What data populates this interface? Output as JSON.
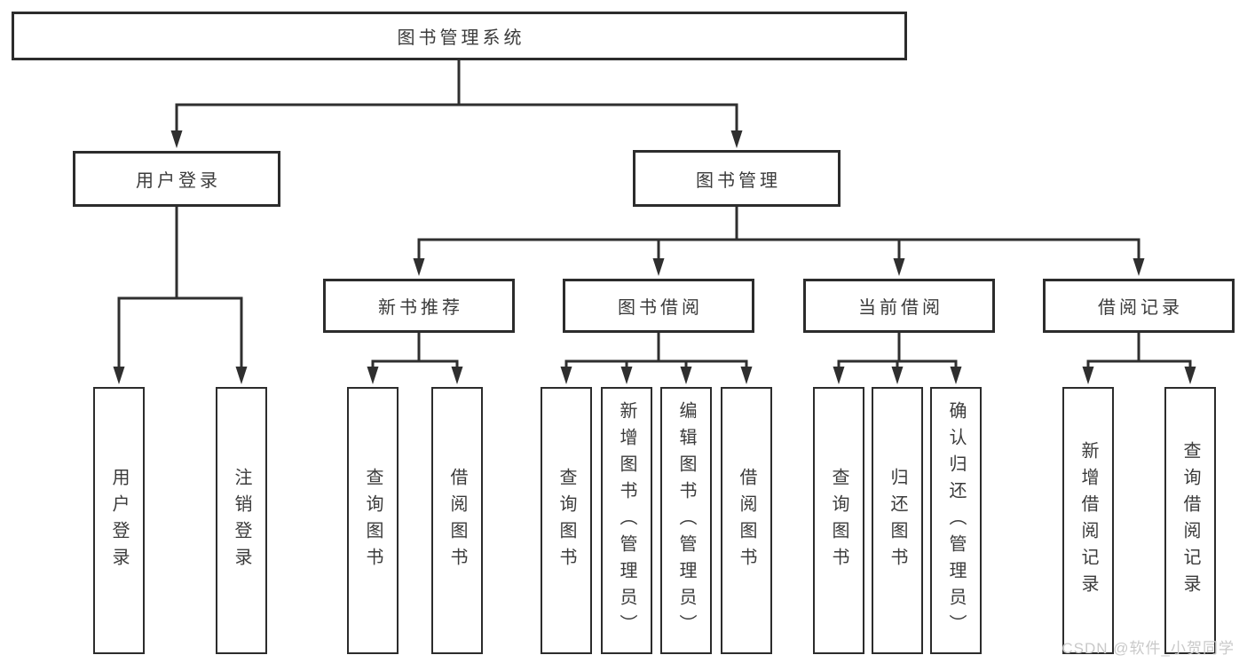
{
  "diagram": {
    "root": {
      "label": "图书管理系统"
    },
    "level2": [
      {
        "label": "用户登录",
        "parent": "图书管理系统"
      },
      {
        "label": "图书管理",
        "parent": "图书管理系统"
      }
    ],
    "level3": [
      {
        "label": "新书推荐",
        "parent": "图书管理"
      },
      {
        "label": "图书借阅",
        "parent": "图书管理"
      },
      {
        "label": "当前借阅",
        "parent": "图书管理"
      },
      {
        "label": "借阅记录",
        "parent": "图书管理"
      }
    ],
    "leaves": [
      {
        "label": "用户登录",
        "parent": "用户登录"
      },
      {
        "label": "注销登录",
        "parent": "用户登录"
      },
      {
        "label": "查询图书",
        "parent": "新书推荐"
      },
      {
        "label": "借阅图书",
        "parent": "新书推荐"
      },
      {
        "label": "查询图书",
        "parent": "图书借阅"
      },
      {
        "label": "新增图书（管理员）",
        "parent": "图书借阅"
      },
      {
        "label": "编辑图书（管理员）",
        "parent": "图书借阅"
      },
      {
        "label": "借阅图书",
        "parent": "图书借阅"
      },
      {
        "label": "查询图书",
        "parent": "当前借阅"
      },
      {
        "label": "归还图书",
        "parent": "当前借阅"
      },
      {
        "label": "确认归还（管理员）",
        "parent": "当前借阅"
      },
      {
        "label": "新增借阅记录",
        "parent": "借阅记录"
      },
      {
        "label": "查询借阅记录",
        "parent": "借阅记录"
      }
    ]
  },
  "watermark": {
    "text": "CSDN @软件_小贺同学"
  },
  "colors": {
    "line": "#2f2f2f",
    "box_border": "#2c2c2c",
    "text": "#3b3b3b",
    "background": "#ffffff",
    "watermark": "#c9c9c9"
  }
}
